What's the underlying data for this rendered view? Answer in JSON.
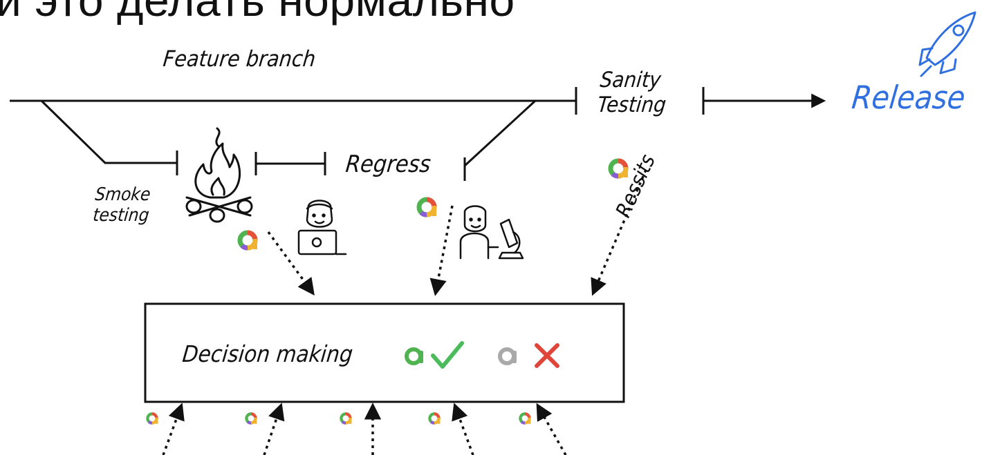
{
  "heading": "и это делать нормально",
  "labels": {
    "feature_branch": "Feature branch",
    "sanity_line1": "Sanity",
    "sanity_line2": "Testing",
    "release": "Release",
    "regress": "Regress",
    "smoke_line1": "Smoke",
    "smoke_line2": "testing",
    "ressits": "Ressits",
    "decision": "Decision making"
  },
  "icons": [
    "rocket-icon",
    "campfire-icon",
    "developer-laptop-icon",
    "scientist-microscope-icon",
    "allure-logo-icon",
    "check-icon",
    "cross-icon"
  ],
  "colors": {
    "accent_blue": "#2f6fe0",
    "check_green": "#4cbb5c",
    "cross_red": "#e0453a",
    "allure_green": "#4fb34f",
    "allure_gray": "#a9a9a9"
  }
}
